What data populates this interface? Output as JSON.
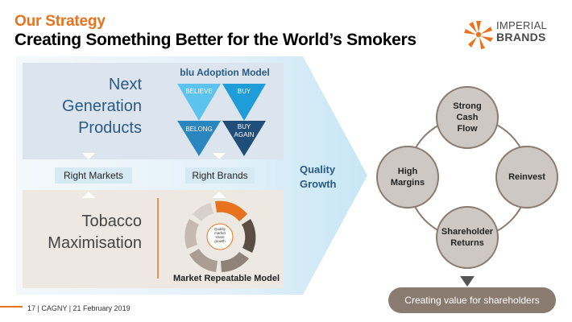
{
  "header": {
    "kicker": "Our Strategy",
    "title": "Creating Something Better for the World’s Smokers"
  },
  "logo": {
    "line1": "IMPERIAL",
    "line2": "BRANDS",
    "icon": "sunburst-logo-icon"
  },
  "left_panel": {
    "top_label": [
      "Next",
      "Generation",
      "Products"
    ],
    "bottom_label": [
      "Tobacco",
      "Maximisation"
    ],
    "blu_model": {
      "title": "blu Adoption Model",
      "steps": [
        {
          "label": [
            "BELIEVE"
          ],
          "color": "#5bc3ee"
        },
        {
          "label": [
            "BUY"
          ],
          "color": "#1f9dd9"
        },
        {
          "label": [
            "BELONG"
          ],
          "color": "#2a86be"
        },
        {
          "label": [
            "BUY",
            "AGAIN"
          ],
          "color": "#1f4e79"
        }
      ]
    },
    "tags": {
      "markets": "Right Markets",
      "brands": "Right Brands"
    },
    "market_model": {
      "title": "Market Repeatable Model",
      "center": [
        "Quality",
        "market",
        "share",
        "growth"
      ]
    }
  },
  "arrow_label": [
    "Quality",
    "Growth"
  ],
  "cycle": {
    "nodes": {
      "top": [
        "Strong",
        "Cash",
        "Flow"
      ],
      "right": [
        "Reinvest"
      ],
      "bottom": [
        "Shareholder",
        "Returns"
      ],
      "left": [
        "High",
        "Margins"
      ]
    }
  },
  "cta": "Creating value for shareholders",
  "footer": "17 | CAGNY | 21 February 2019",
  "colors": {
    "orange": "#e8731e",
    "navy": "#2a5a85",
    "panel_blue": "#dce5ee",
    "panel_beige": "#ede8e2",
    "circle": "#c9c4bf",
    "cta_brown": "#8a7b70"
  }
}
